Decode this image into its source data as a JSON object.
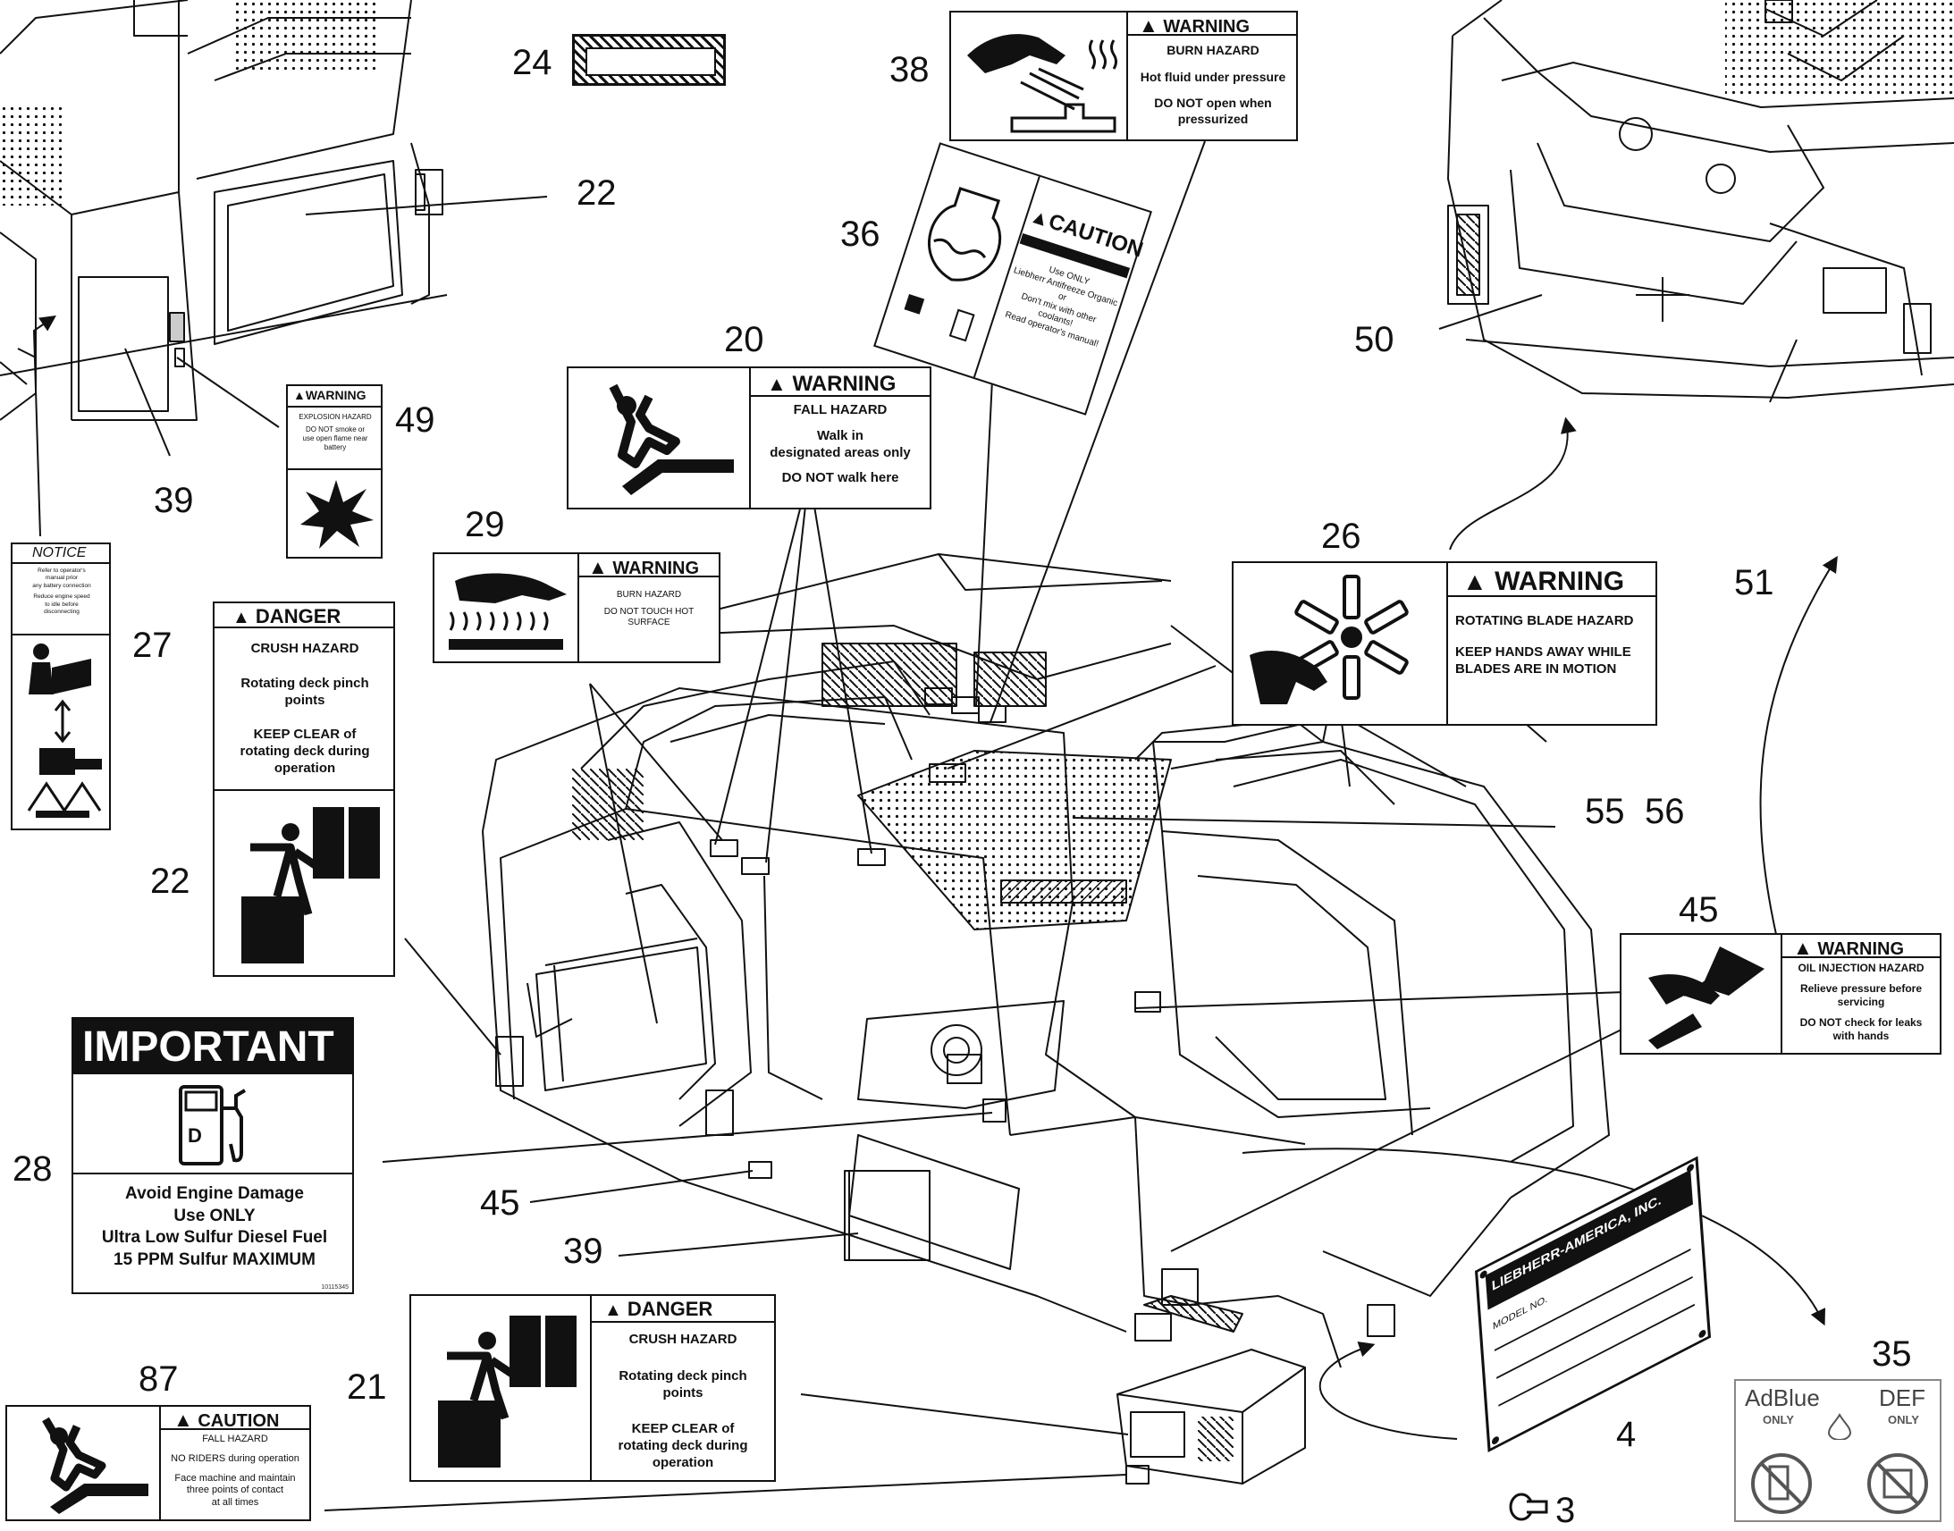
{
  "callouts": {
    "n24": "24",
    "n38": "38",
    "n22a": "22",
    "n36": "36",
    "n20": "20",
    "n50": "50",
    "n49": "49",
    "n39a": "39",
    "n29": "29",
    "n26": "26",
    "n51": "51",
    "n27": "27",
    "n22b": "22",
    "n55": "55",
    "n56": "56",
    "n45a": "45",
    "n28": "28",
    "n45b": "45",
    "n39b": "39",
    "n87": "87",
    "n21": "21",
    "n35": "35",
    "n4": "4",
    "n3": "3"
  },
  "d38": {
    "header": "WARNING",
    "hazard": "BURN HAZARD",
    "line1": "Hot fluid under pressure",
    "line2": "DO NOT open when",
    "line3": "pressurized"
  },
  "d36": {
    "header": "CAUTION",
    "line1": "Use ONLY",
    "line2": "Liebherr Antifreeze Organic or",
    "line3": "Don't mix with other coolants!",
    "line4": "Read operator's manual!"
  },
  "d20": {
    "header": "WARNING",
    "hazard": "FALL HAZARD",
    "line1": "Walk in",
    "line2": "designated areas only",
    "line3": "DO NOT walk here"
  },
  "d49": {
    "header": "WARNING",
    "hazard": "EXPLOSION HAZARD",
    "line1": "DO NOT smoke or",
    "line2": "use open flame near",
    "line3": "battery"
  },
  "d29": {
    "header": "WARNING",
    "hazard": "BURN HAZARD",
    "line1": "DO NOT TOUCH HOT",
    "line2": "SURFACE"
  },
  "d26": {
    "header": "WARNING",
    "hazard": "ROTATING BLADE HAZARD",
    "line1": "KEEP HANDS AWAY WHILE",
    "line2": "BLADES ARE IN MOTION"
  },
  "d27": {
    "header": "NOTICE",
    "line1": "Refer to operator's",
    "line2": "manual prior",
    "line3": "any battery connection",
    "line4": "Reduce engine speed",
    "line5": "to idle before",
    "line6": "disconnecting"
  },
  "d22": {
    "header": "DANGER",
    "hazard": "CRUSH HAZARD",
    "line1": "Rotating deck pinch",
    "line2": "points",
    "line3": "KEEP CLEAR of",
    "line4": "rotating deck during",
    "line5": "operation"
  },
  "d45": {
    "header": "WARNING",
    "hazard": "OIL INJECTION HAZARD",
    "line1": "Relieve pressure before",
    "line2": "servicing",
    "line3": "DO NOT check for leaks",
    "line4": "with hands"
  },
  "d28": {
    "header": "IMPORTANT",
    "letter": "D",
    "line1": "Avoid Engine Damage",
    "line2": "Use ONLY",
    "line3": "Ultra Low Sulfur Diesel Fuel",
    "line4": "15 PPM Sulfur MAXIMUM",
    "code": "10115345"
  },
  "d21": {
    "header": "DANGER",
    "hazard": "CRUSH HAZARD",
    "line1": "Rotating deck pinch",
    "line2": "points",
    "line3": "KEEP CLEAR of",
    "line4": "rotating deck during",
    "line5": "operation"
  },
  "d87": {
    "header": "CAUTION",
    "hazard": "FALL HAZARD",
    "line1": "NO RIDERS during operation",
    "line2": "Face machine and maintain",
    "line3": "three points of contact",
    "line4": "at all times"
  },
  "d35": {
    "left": "AdBlue",
    "left_sub": "ONLY",
    "right": "DEF",
    "right_sub": "ONLY"
  },
  "d4": {
    "title": "LIEBHERR-AMERICA, INC.",
    "model": "MODEL NO."
  },
  "colors": {
    "ink": "#111111",
    "paper": "#ffffff",
    "important_bg": "#111111"
  }
}
